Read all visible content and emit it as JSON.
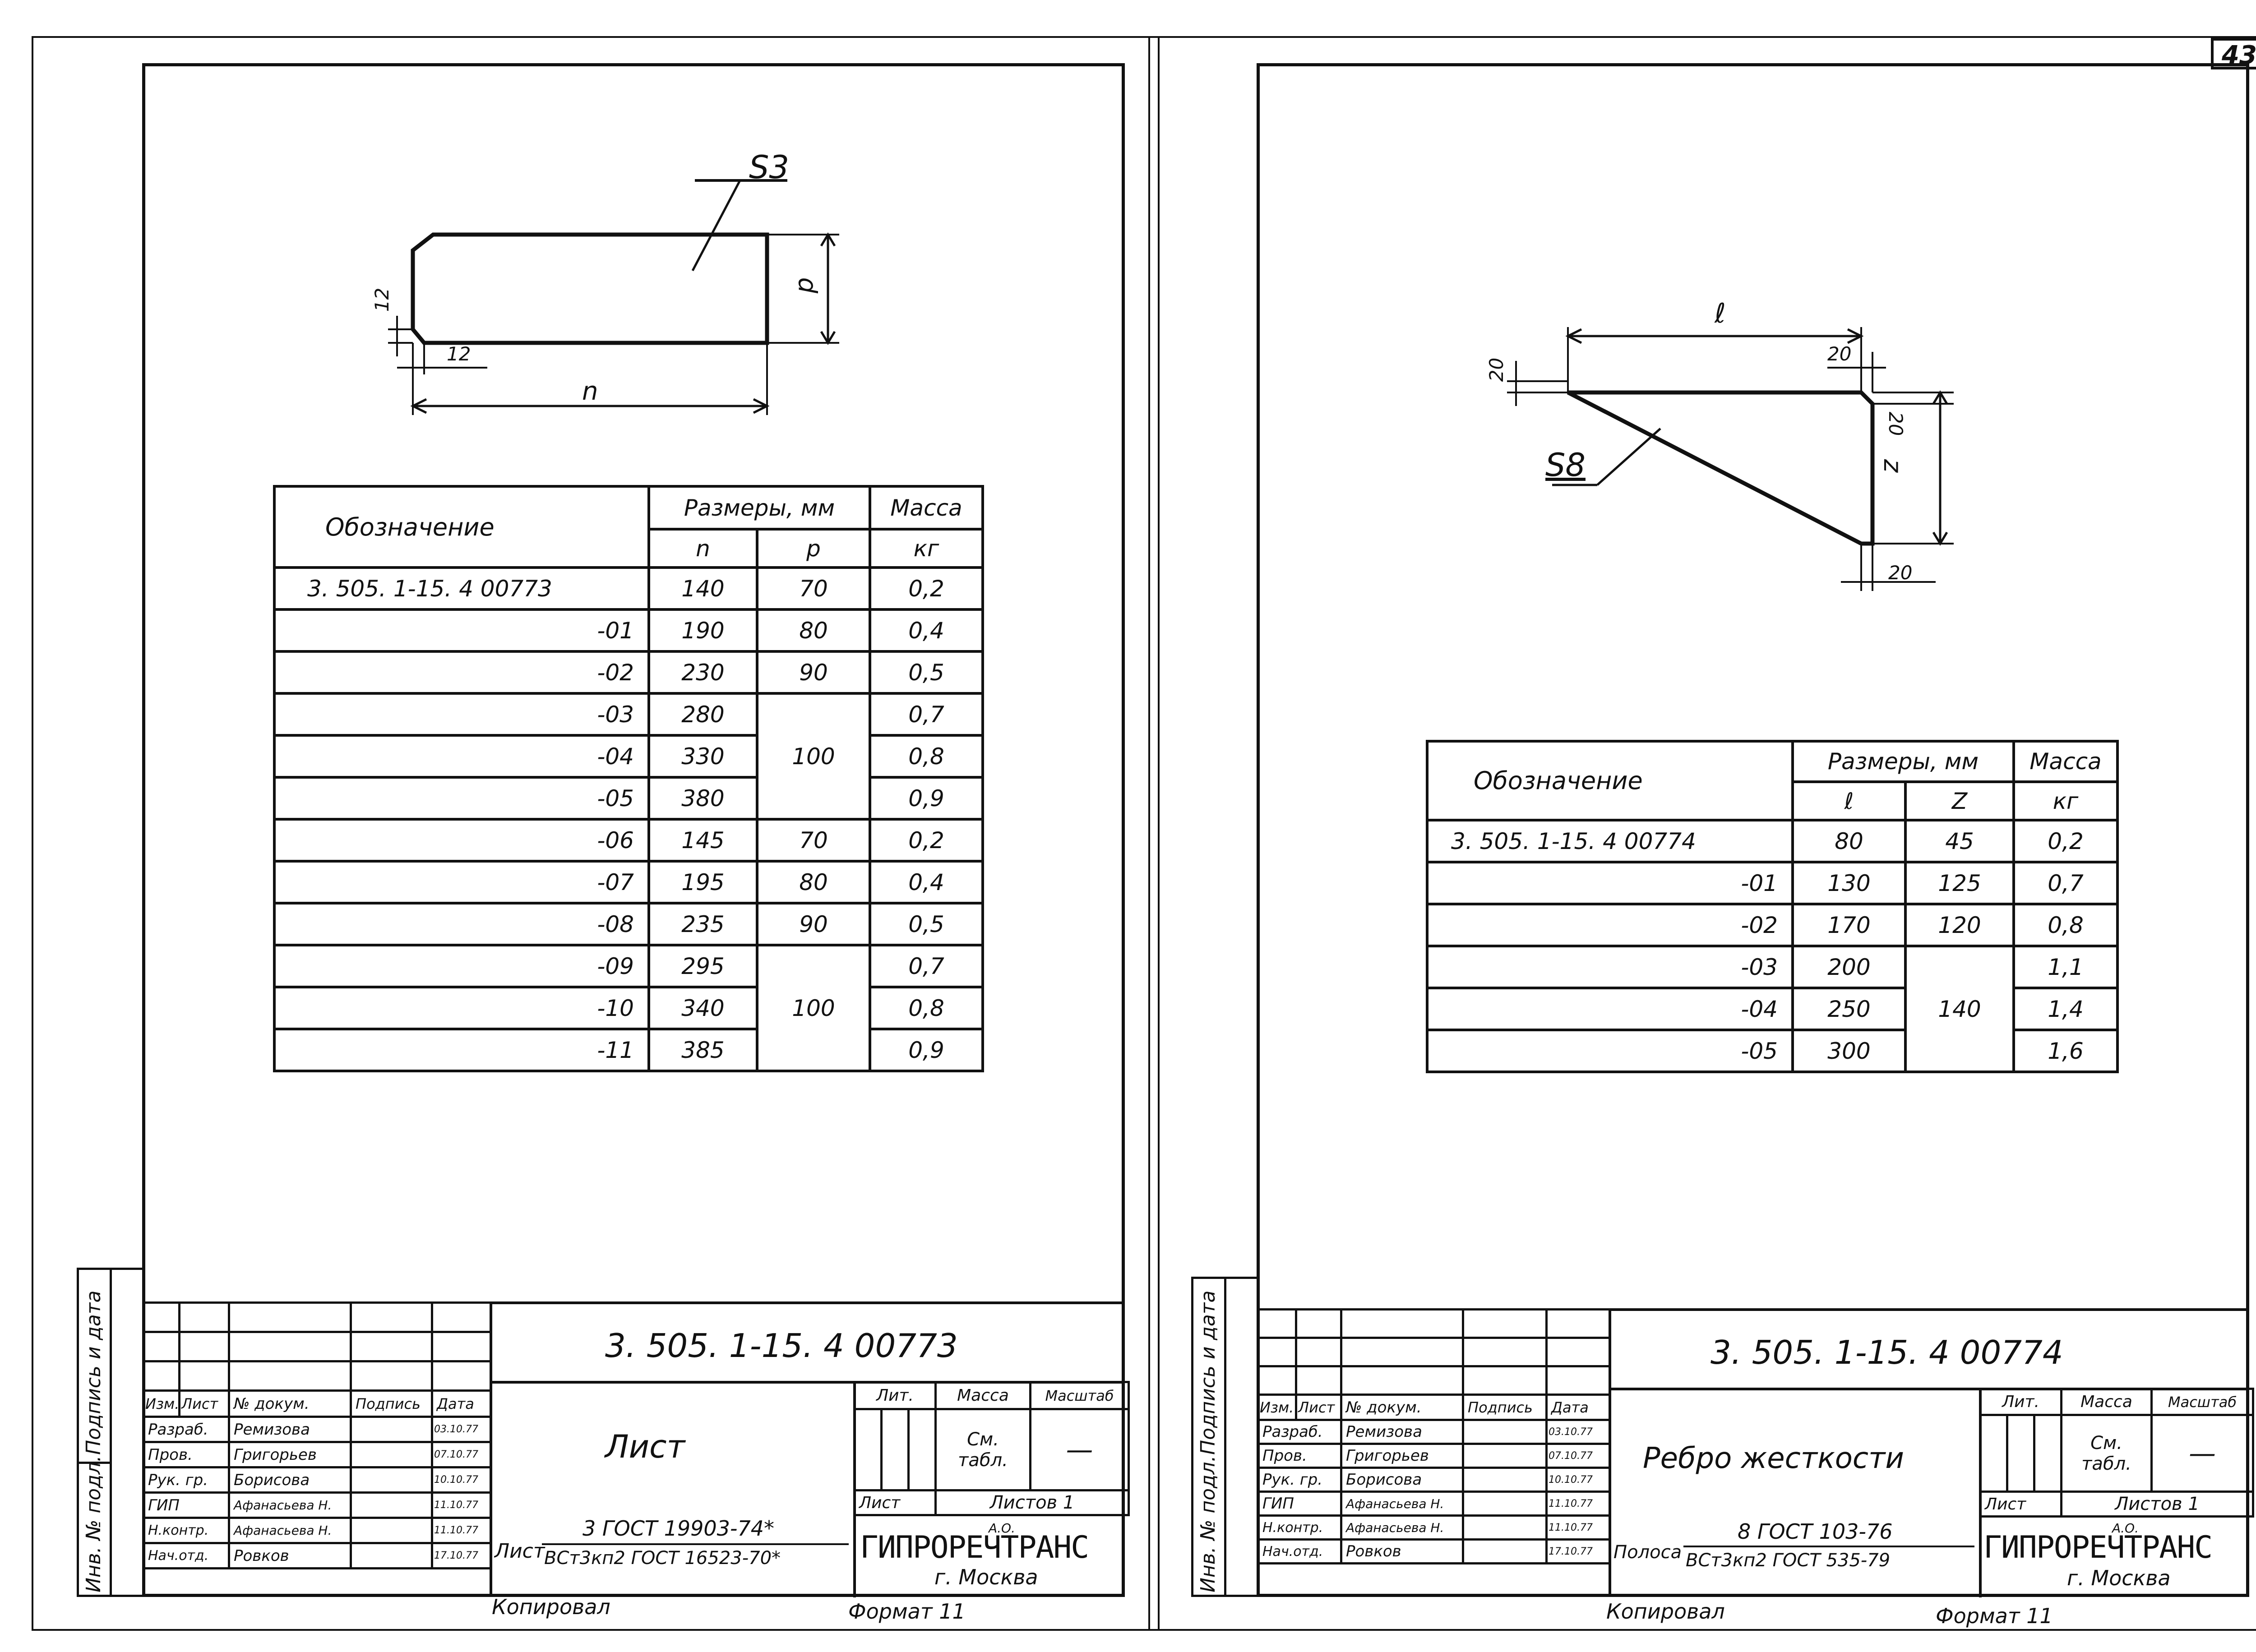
{
  "page_number": "43",
  "left": {
    "part_label": "S3",
    "dims": {
      "chamfer_v": "12",
      "chamfer_h": "12",
      "length": "n",
      "height": "p"
    },
    "table": {
      "header_designation": "Обозначение",
      "header_sizes": "Размеры, мм",
      "header_mass": "Масса",
      "sub_n": "n",
      "sub_p": "p",
      "sub_mass": "кг",
      "rows": [
        {
          "code": "3. 505. 1-15. 4   00773",
          "n": "140",
          "p": "70",
          "m": "0,2"
        },
        {
          "code": "-01",
          "n": "190",
          "p": "80",
          "m": "0,4"
        },
        {
          "code": "-02",
          "n": "230",
          "p": "90",
          "m": "0,5"
        },
        {
          "code": "-03",
          "n": "280",
          "p": "",
          "m": "0,7"
        },
        {
          "code": "-04",
          "n": "330",
          "p": "100",
          "m": "0,8"
        },
        {
          "code": "-05",
          "n": "380",
          "p": "",
          "m": "0,9"
        },
        {
          "code": "-06",
          "n": "145",
          "p": "70",
          "m": "0,2"
        },
        {
          "code": "-07",
          "n": "195",
          "p": "80",
          "m": "0,4"
        },
        {
          "code": "-08",
          "n": "235",
          "p": "90",
          "m": "0,5"
        },
        {
          "code": "-09",
          "n": "295",
          "p": "",
          "m": "0,7"
        },
        {
          "code": "-10",
          "n": "340",
          "p": "100",
          "m": "0,8"
        },
        {
          "code": "-11",
          "n": "385",
          "p": "",
          "m": "0,9"
        }
      ]
    },
    "title_block": {
      "doc_number": "3. 505. 1-15. 4    00773",
      "name": "Лист",
      "material_prefix": "Лист",
      "material_top": "3 ГОСТ 19903-74*",
      "material_bottom": "ВСт3кп2 ГОСТ 16523-70*",
      "lit": "Лит.",
      "mass": "Масса",
      "scale": "Масштаб",
      "mass_value": "См. табл.",
      "scale_value": "—",
      "sheet": "Лист",
      "sheets": "Листов 1",
      "org": "ГИПРОРЕЧТРАНС",
      "org_note": "А.О.",
      "city": "г. Москва",
      "copied": "Копировал",
      "format": "Формат 11",
      "staff_head": [
        "Изм.",
        "Лист",
        "№ докум.",
        "Подпись",
        "Дата"
      ],
      "staff": [
        {
          "role": "Разраб.",
          "name": "Ремизова",
          "date": "03.10.77"
        },
        {
          "role": "Пров.",
          "name": "Григорьев",
          "date": "07.10.77"
        },
        {
          "role": "Рук. гр.",
          "name": "Борисова",
          "date": "10.10.77"
        },
        {
          "role": "ГИП",
          "name": "Афанасьева Н.",
          "date": "11.10.77"
        },
        {
          "role": "Н.контр.",
          "name": "Афанасьева Н.",
          "date": "11.10.77"
        },
        {
          "role": "Нач.отд.",
          "name": "Ровков",
          "date": "17.10.77"
        }
      ]
    }
  },
  "right": {
    "part_label": "S8",
    "dims": {
      "top_left": "20",
      "top_right": "20",
      "right_top": "20",
      "bottom": "20",
      "length": "ℓ",
      "height": "z"
    },
    "table": {
      "header_designation": "Обозначение",
      "header_sizes": "Размеры, мм",
      "header_mass": "Масса",
      "sub_l": "ℓ",
      "sub_z": "Z",
      "sub_mass": "кг",
      "rows": [
        {
          "code": "3. 505. 1-15. 4   00774",
          "l": "80",
          "z": "45",
          "m": "0,2"
        },
        {
          "code": "-01",
          "l": "130",
          "z": "125",
          "m": "0,7"
        },
        {
          "code": "-02",
          "l": "170",
          "z": "120",
          "m": "0,8"
        },
        {
          "code": "-03",
          "l": "200",
          "z": "",
          "m": "1,1"
        },
        {
          "code": "-04",
          "l": "250",
          "z": "140",
          "m": "1,4"
        },
        {
          "code": "-05",
          "l": "300",
          "z": "",
          "m": "1,6"
        }
      ]
    },
    "title_block": {
      "doc_number": "3. 505. 1-15. 4    00774",
      "name": "Ребро жесткости",
      "material_prefix": "Полоса",
      "material_top": "8 ГОСТ 103-76",
      "material_bottom": "ВСт3кп2 ГОСТ 535-79",
      "lit": "Лит.",
      "mass": "Масса",
      "scale": "Масштаб",
      "mass_value": "См. табл.",
      "scale_value": "—",
      "sheet": "Лист",
      "sheets": "Листов 1",
      "org": "ГИПРОРЕЧТРАНС",
      "org_note": "А.О.",
      "city": "г. Москва",
      "copied": "Копировал",
      "format": "Формат 11",
      "staff_head": [
        "Изм.",
        "Лист",
        "№ докум.",
        "Подпись",
        "Дата"
      ],
      "staff": [
        {
          "role": "Разраб.",
          "name": "Ремизова",
          "date": "03.10.77"
        },
        {
          "role": "Пров.",
          "name": "Григорьев",
          "date": "07.10.77"
        },
        {
          "role": "Рук. гр.",
          "name": "Борисова",
          "date": "10.10.77"
        },
        {
          "role": "ГИП",
          "name": "Афанасьева Н.",
          "date": "11.10.77"
        },
        {
          "role": "Н.контр.",
          "name": "Афанасьева Н.",
          "date": "11.10.77"
        },
        {
          "role": "Нач.отд.",
          "name": "Ровков",
          "date": "17.10.77"
        }
      ]
    }
  },
  "side_labels": {
    "sign_date": "Подпись и дата",
    "inv_no": "Инв. № подл."
  }
}
